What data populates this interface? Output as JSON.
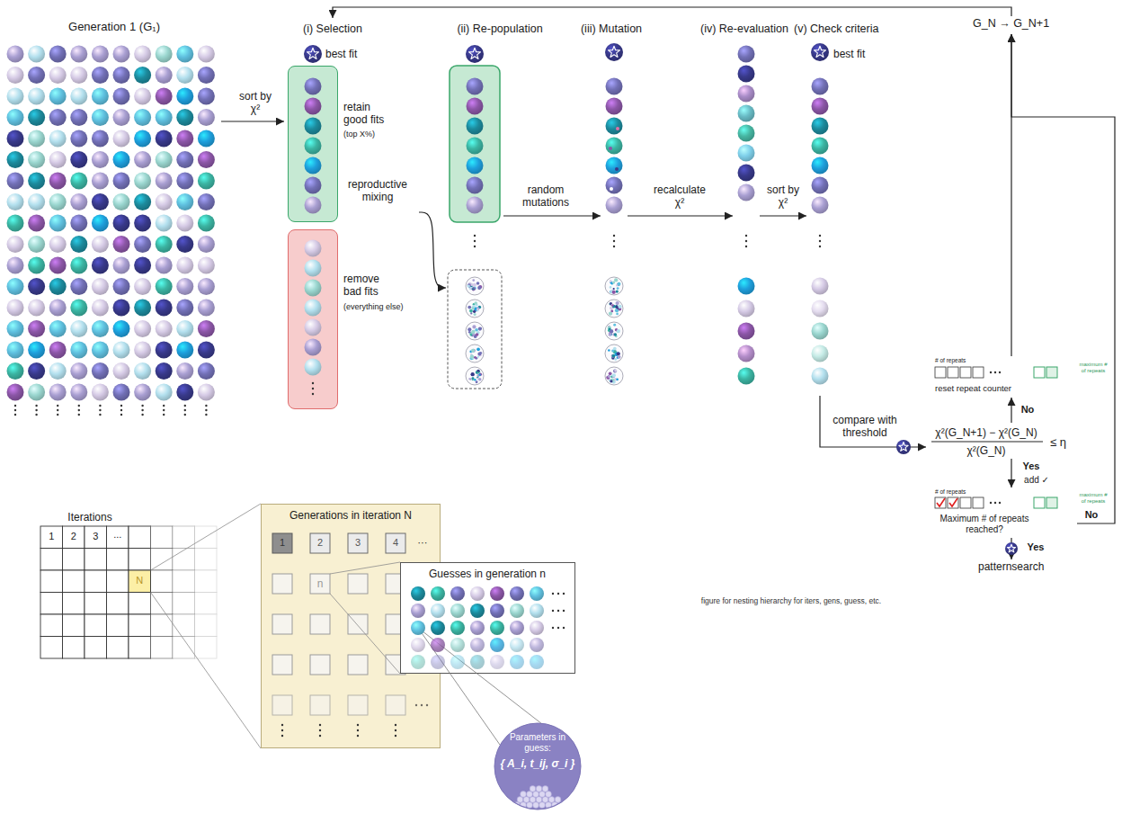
{
  "diagram": {
    "nodes": [
      {
        "text": [
          "Generation 1 (G₁)"
        ]
      },
      {
        "text": [
          "(i) Selection",
          "best fit"
        ]
      },
      {
        "text": [
          "retain good fits",
          "(top X%)"
        ],
        "in": 1
      },
      {
        "text": [
          "remove bad fits",
          "(everything else)"
        ],
        "in": 1
      },
      {
        "text": [
          "(ii) Re-population"
        ]
      },
      {
        "text": [
          "(iii) Mutation"
        ]
      },
      {
        "text": [
          "(iv) Re-evaluation"
        ]
      },
      {
        "text": [
          "(v) Check criteria",
          "best fit"
        ]
      },
      {
        "text": [
          "G_N → G_N+1"
        ]
      },
      {
        "text": [
          "# of repeats",
          "maximum # of repeats",
          "reset repeat counter"
        ]
      },
      {
        "text": [
          "χ²(G_N+1) − χ²(G_N)",
          "χ²(G_N)",
          "≤ η"
        ]
      },
      {
        "text": [
          "# of repeats",
          "maximum # of repeats",
          "Maximum # of repeats reached?"
        ]
      },
      {
        "text": [
          "patternsearch"
        ]
      },
      {
        "text": [
          "Iterations"
        ]
      },
      {
        "text": [
          "Generations in iteration N"
        ]
      },
      {
        "text": [
          "Guesses in generation n"
        ]
      },
      {
        "text": [
          "Parameters in guess:",
          "{ A_i, t_ij, σ_i }"
        ]
      }
    ],
    "edges": [
      {
        "from": 0,
        "to": 1,
        "arrow": "to",
        "label": "sort by χ²"
      },
      {
        "from": 2,
        "to": 4,
        "arrow": "to",
        "label": "reproductive mixing"
      },
      {
        "from": 4,
        "to": 5,
        "arrow": "to",
        "label": "random mutations"
      },
      {
        "from": 5,
        "to": 6,
        "arrow": "to",
        "label": "recalculate χ²"
      },
      {
        "from": 6,
        "to": 7,
        "arrow": "to",
        "label": "sort by χ²"
      },
      {
        "from": 7,
        "to": 10,
        "arrow": "to",
        "label": "compare with threshold"
      },
      {
        "from": 10,
        "to": 9,
        "arrow": "to",
        "label": "No"
      },
      {
        "from": 9,
        "to": 8,
        "arrow": "to"
      },
      {
        "from": 10,
        "to": 11,
        "arrow": "to",
        "label": "Yes"
      },
      {
        "from": 11,
        "to": 8,
        "arrow": "to",
        "label": "No"
      },
      {
        "from": 11,
        "to": 12,
        "arrow": "to",
        "label": "Yes"
      },
      {
        "from": 8,
        "to": 1,
        "arrow": "to"
      }
    ],
    "labels": [
      "1",
      "2",
      "3",
      "...",
      "N",
      "1",
      "2",
      "3",
      "4",
      "⋯",
      "n",
      "figure for nesting hierarchy for iters, gens, guess, etc.",
      "add ✓"
    ]
  }
}
